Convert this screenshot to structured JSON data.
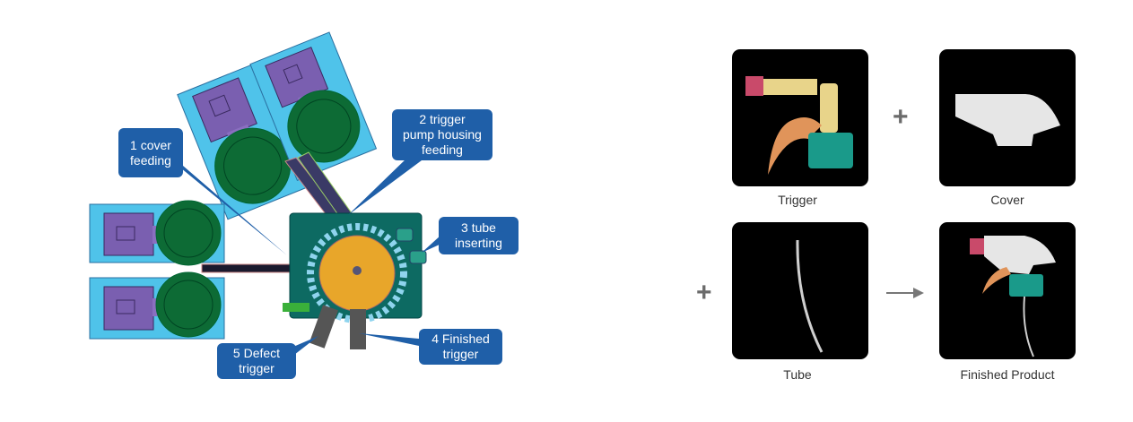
{
  "machine": {
    "callouts": [
      {
        "id": "1",
        "label": "1 cover\nfeeding"
      },
      {
        "id": "2",
        "label": "2 trigger\npump housing\nfeeding"
      },
      {
        "id": "3",
        "label": "3 tube\ninserting"
      },
      {
        "id": "4",
        "label": "4  Finished\ntrigger"
      },
      {
        "id": "5",
        "label": "5 Defect\ntrigger"
      }
    ],
    "colors": {
      "callout": "#1f5fa8",
      "frame": "#4fc3ea",
      "hopper": "#7a5fb0",
      "bowl": "#0d6b35",
      "plate": "#0d6a62",
      "dial": "#e8a62a"
    }
  },
  "products": {
    "trigger": "Trigger",
    "cover": "Cover",
    "tube": "Tube",
    "finished": "Finished Product",
    "plus_symbol": "+",
    "arrow_icon": "right-arrow"
  }
}
